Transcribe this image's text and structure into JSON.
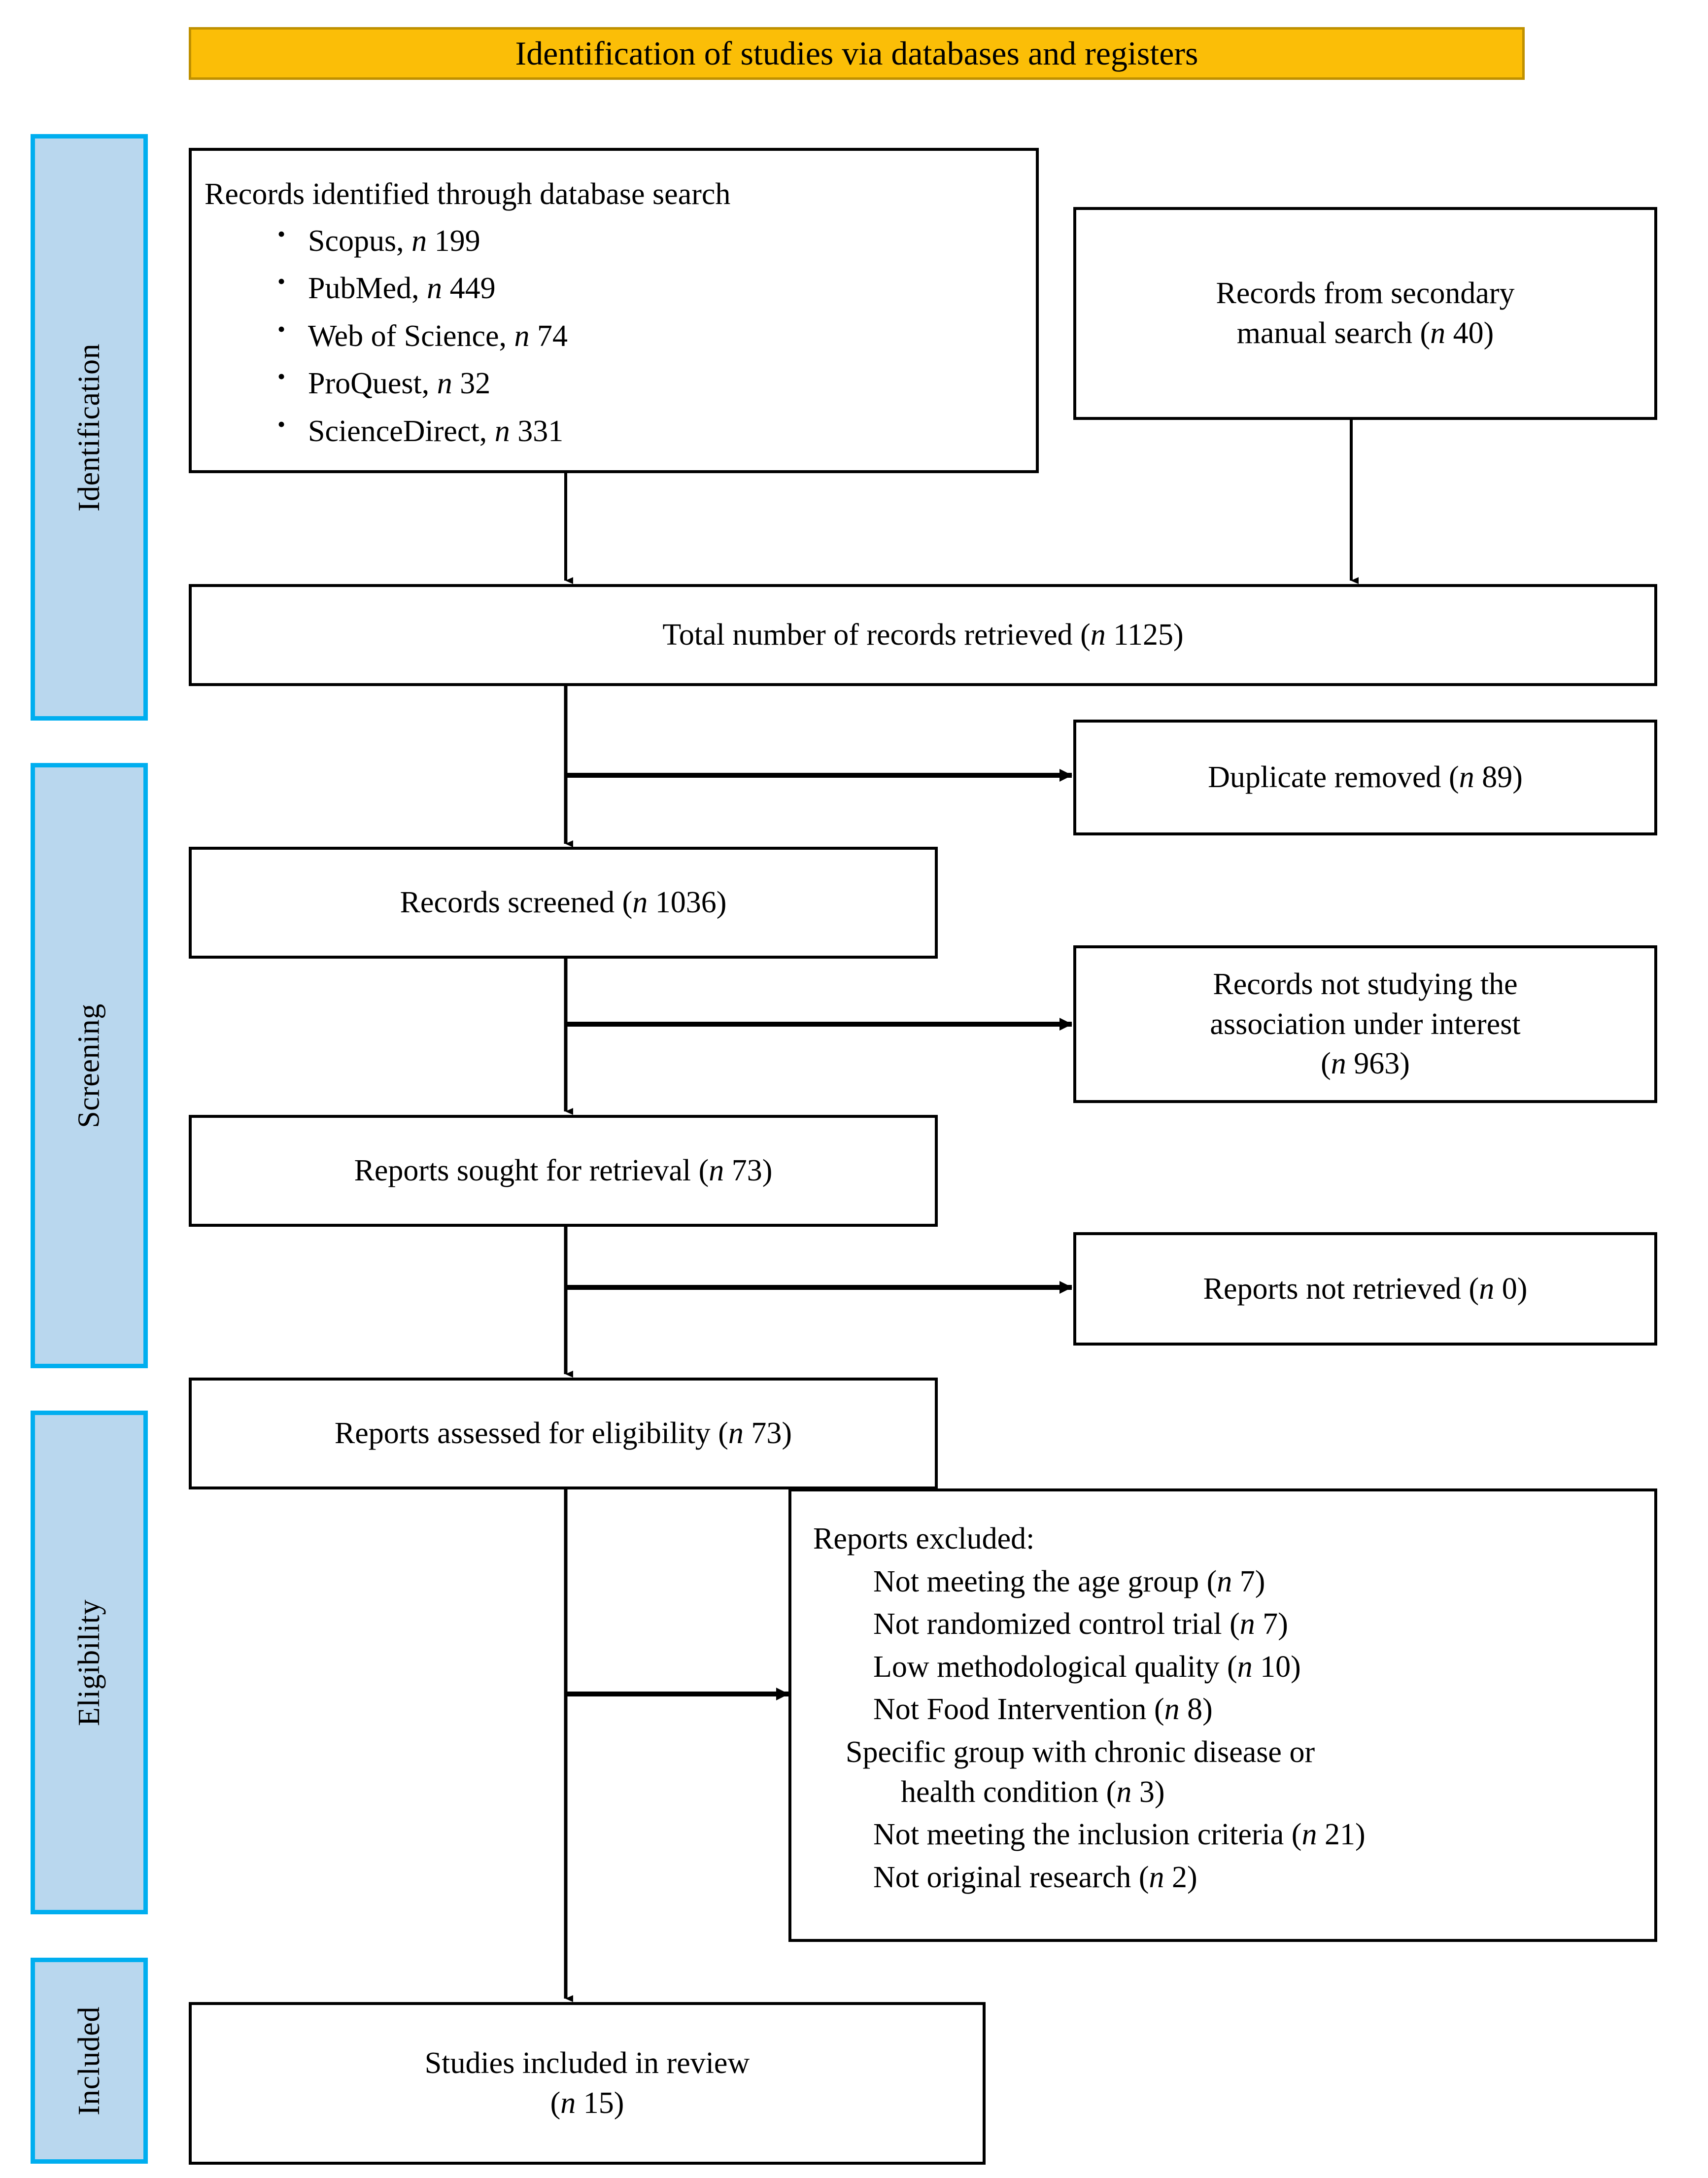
{
  "banner": {
    "title": "Identification of studies via databases and registers",
    "bg_color": "#FBBE07",
    "border_color": "#BF9000"
  },
  "stages": {
    "fill_color": "#B9D7EE",
    "border_color": "#00AEEF",
    "items": [
      {
        "label": "Identification"
      },
      {
        "label": "Screening"
      },
      {
        "label": "Eligibility"
      },
      {
        "label": "Included"
      }
    ]
  },
  "flow": {
    "identified": {
      "heading": "Records identified through database search",
      "sources": [
        {
          "name": "Scopus,",
          "n_label": "n",
          "count": "199"
        },
        {
          "name": "PubMed,",
          "n_label": "n",
          "count": "449"
        },
        {
          "name": "Web of Science,",
          "n_label": "n",
          "count": "74"
        },
        {
          "name": "ProQuest,",
          "n_label": "n",
          "count": "32"
        },
        {
          "name": "ScienceDirect,",
          "n_label": "n",
          "count": "331"
        }
      ]
    },
    "secondary": {
      "line1": "Records from secondary",
      "line2_pre": "manual search (",
      "n_label": "n",
      "count": "40",
      "line2_post": ")"
    },
    "total": {
      "pre": "Total number of records retrieved (",
      "n_label": "n",
      "count": "1125",
      "post": ")"
    },
    "duplicates": {
      "pre": "Duplicate removed (",
      "n_label": "n",
      "count": "89",
      "post": ")"
    },
    "screened": {
      "pre": "Records screened (",
      "n_label": "n",
      "count": "1036",
      "post": ")"
    },
    "not_studying": {
      "line1": "Records not studying the",
      "line2": "association under interest",
      "line3_pre": "(",
      "n_label": "n",
      "count": "963",
      "line3_post": ")"
    },
    "sought": {
      "pre": "Reports sought for retrieval (",
      "n_label": "n",
      "count": "73",
      "post": ")"
    },
    "not_retrieved": {
      "pre": "Reports not retrieved (",
      "n_label": "n",
      "count": "0",
      "post": ")"
    },
    "assessed": {
      "pre": "Reports assessed for eligibility (",
      "n_label": "n",
      "count": "73",
      "post": ")"
    },
    "excluded": {
      "heading": "Reports excluded:",
      "reasons": [
        {
          "text": "Not meeting the age group (",
          "n_label": "n",
          "count": "7",
          "post": ")",
          "wrap": false
        },
        {
          "text": "Not randomized control trial (",
          "n_label": "n",
          "count": "7",
          "post": ")",
          "wrap": false
        },
        {
          "text": "Low methodological quality (",
          "n_label": "n",
          "count": "10",
          "post": ")",
          "wrap": false
        },
        {
          "text": "Not Food Intervention (",
          "n_label": "n",
          "count": "8",
          "post": ")",
          "wrap": false
        },
        {
          "text": "Specific group with chronic disease or",
          "text2": "health condition (",
          "n_label": "n",
          "count": "3",
          "post": ")",
          "wrap": true
        },
        {
          "text": "Not meeting the inclusion criteria (",
          "n_label": "n",
          "count": "21",
          "post": ")",
          "wrap": false
        },
        {
          "text": "Not original research (",
          "n_label": "n",
          "count": "2",
          "post": ")",
          "wrap": false
        }
      ]
    },
    "included": {
      "line1": "Studies included in review",
      "line2_pre": "(",
      "n_label": "n",
      "count": "15",
      "line2_post": ")"
    }
  }
}
